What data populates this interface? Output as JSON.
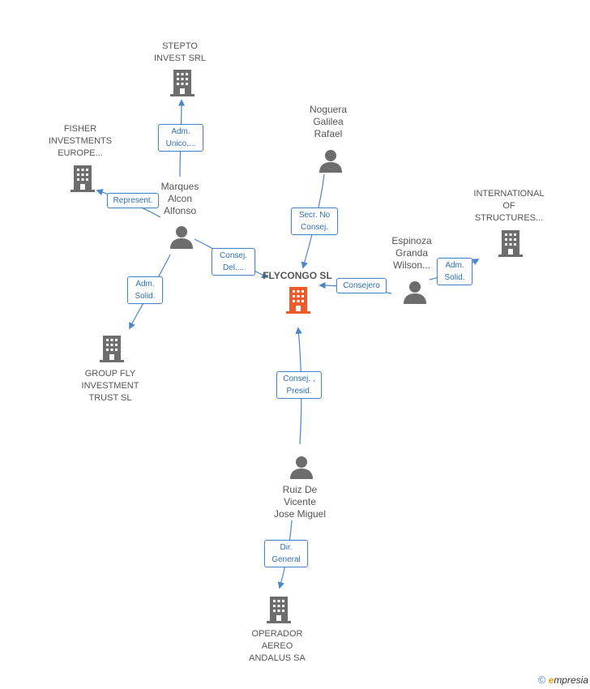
{
  "nodes": {
    "stepto": {
      "label_lines": [
        "STEPTO",
        "INVEST SRL"
      ],
      "type": "company"
    },
    "fisher": {
      "label_lines": [
        "FISHER",
        "INVESTMENTS",
        "EUROPE..."
      ],
      "type": "company"
    },
    "marques": {
      "label_lines": [
        "Marques",
        "Alcon",
        "Alfonso"
      ],
      "type": "person"
    },
    "noguera": {
      "label_lines": [
        "Noguera",
        "Galilea",
        "Rafael"
      ],
      "type": "person"
    },
    "international": {
      "label_lines": [
        "INTERNATIONAL",
        "OF",
        "STRUCTURES..."
      ],
      "type": "company"
    },
    "espinoza": {
      "label_lines": [
        "Espinoza",
        "Granda",
        "Wilson..."
      ],
      "type": "person"
    },
    "flycongo": {
      "label_lines": [
        "FLYCONGO SL"
      ],
      "type": "company-main"
    },
    "groupfly": {
      "label_lines": [
        "GROUP FLY",
        "INVESTMENT",
        "TRUST SL"
      ],
      "type": "company"
    },
    "ruiz": {
      "label_lines": [
        "Ruiz De",
        "Vicente",
        "Jose Miguel"
      ],
      "type": "person"
    },
    "operador": {
      "label_lines": [
        "OPERADOR",
        "AEREO",
        "ANDALUS SA"
      ],
      "type": "company"
    }
  },
  "edges": {
    "adm_unico": {
      "lines": [
        "Adm.",
        "Unico,..."
      ]
    },
    "represent": {
      "lines": [
        "Represent."
      ]
    },
    "secr_no_consej": {
      "lines": [
        "Secr.  No",
        "Consej."
      ]
    },
    "consej_del": {
      "lines": [
        "Consej.",
        "Del...."
      ]
    },
    "adm_solid_left": {
      "lines": [
        "Adm.",
        "Solid."
      ]
    },
    "consejero": {
      "lines": [
        "Consejero"
      ]
    },
    "adm_solid_right": {
      "lines": [
        "Adm.",
        "Solid."
      ]
    },
    "consej_presid": {
      "lines": [
        "Consej. ,",
        "Presid."
      ]
    },
    "dir_general": {
      "lines": [
        "Dir.",
        "General"
      ]
    }
  },
  "colors": {
    "edge": "#4a86c8",
    "icon": "#6d6d6d",
    "main": "#f05a28",
    "label": "#555555"
  },
  "footer": {
    "copyright": "©",
    "brand_initial": "e",
    "brand_rest": "mpresia"
  }
}
